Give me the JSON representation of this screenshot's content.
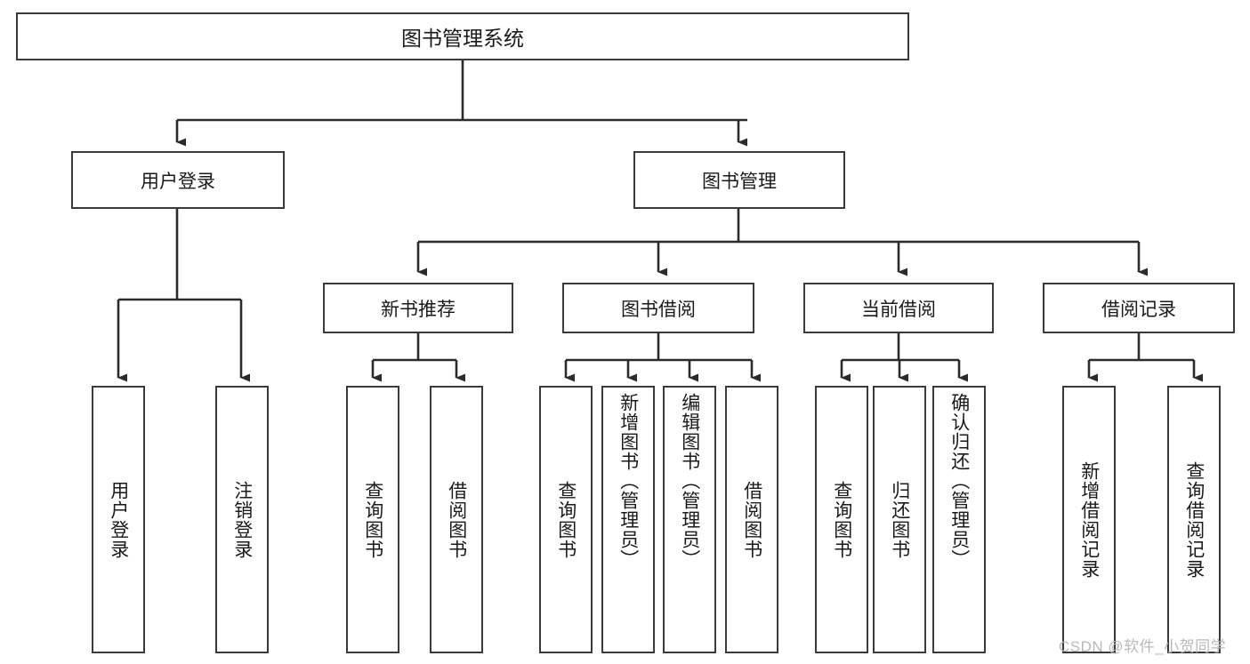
{
  "diagram": {
    "title": "图书管理系统",
    "type": "hierarchy-tree",
    "background": "#ffffff",
    "box_border_color": "#3a3a3a",
    "connector_color": "#2b2b2b",
    "root": {
      "label": "图书管理系统"
    },
    "level2": [
      {
        "id": "user-login",
        "label": "用户登录"
      },
      {
        "id": "book-management",
        "label": "图书管理"
      }
    ],
    "level3": [
      {
        "id": "new-book-recommend",
        "label": "新书推荐"
      },
      {
        "id": "book-borrow",
        "label": "图书借阅"
      },
      {
        "id": "current-borrow",
        "label": "当前借阅"
      },
      {
        "id": "borrow-record",
        "label": "借阅记录"
      }
    ],
    "leaves": {
      "user_login": [
        {
          "id": "leaf-user-login",
          "label": "用户登录"
        },
        {
          "id": "leaf-logout-login",
          "label": "注销登录"
        }
      ],
      "new_book_recommend": [
        {
          "id": "leaf-query-book-1",
          "label": "查询图书"
        },
        {
          "id": "leaf-borrow-book-1",
          "label": "借阅图书"
        }
      ],
      "book_borrow": [
        {
          "id": "leaf-query-book-2",
          "label": "查询图书"
        },
        {
          "id": "leaf-add-book",
          "label": "新增图书（管理员）"
        },
        {
          "id": "leaf-edit-book",
          "label": "编辑图书（管理员）"
        },
        {
          "id": "leaf-borrow-book-2",
          "label": "借阅图书"
        }
      ],
      "current_borrow": [
        {
          "id": "leaf-query-book-3",
          "label": "查询图书"
        },
        {
          "id": "leaf-return-book",
          "label": "归还图书"
        },
        {
          "id": "leaf-confirm-return",
          "label": "确认归还（管理员）"
        }
      ],
      "borrow_record": [
        {
          "id": "leaf-add-borrow-record",
          "label": "新增借阅记录"
        },
        {
          "id": "leaf-query-borrow-record",
          "label": "查询借阅记录"
        }
      ]
    },
    "watermark": "CSDN @软件_小贺同学"
  }
}
